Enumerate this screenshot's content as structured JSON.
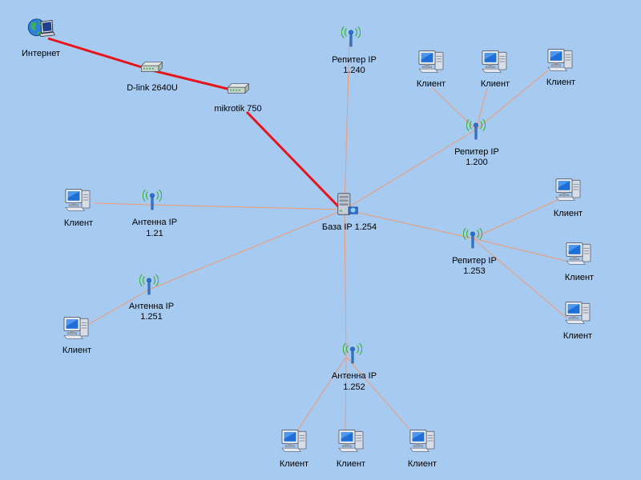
{
  "colors": {
    "background": "#a6caf0",
    "wan_link": "#e8141c",
    "wireless_link": "#f39a72"
  },
  "labels": {
    "internet": "Интернет",
    "modem": "D-link 2640U",
    "router": "mikrotik 750",
    "base": "База IP 1.254",
    "rep240_l1": "Репитер IP",
    "rep240_l2": "1.240",
    "rep200_l1": "Репитер IP",
    "rep200_l2": "1.200",
    "rep253_l1": "Репитер IP",
    "rep253_l2": "1.253",
    "ant21_l1": "Антенна IP",
    "ant21_l2": "1.21",
    "ant251_l1": "Антенна IP",
    "ant251_l2": "1.251",
    "ant252_l1": "Антенна IP",
    "ant252_l2": "1.252",
    "client": "Клиент"
  },
  "icons": {
    "internet": "globe-laptop-icon",
    "modem": "modem-icon",
    "router": "router-icon",
    "base": "server-icon",
    "antenna": "antenna-icon",
    "client": "computer-icon"
  }
}
